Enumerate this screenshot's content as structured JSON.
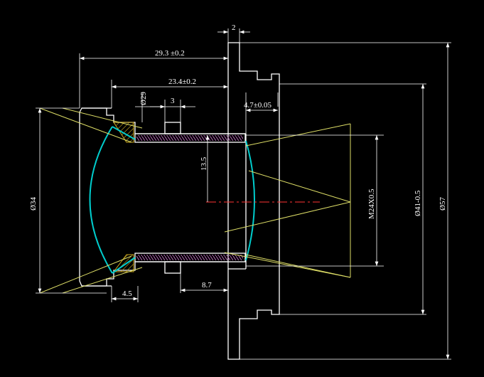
{
  "drawing": {
    "colors": {
      "background": "#000000",
      "outline": "#ffffff",
      "lens": "#00cccc",
      "rays": "#dddd66",
      "hatch": "#ccaa22",
      "thread": "#bb66bb",
      "centerline": "#ff3333"
    },
    "dimensions": {
      "flange_thickness": "2",
      "overall_length": "29.3 ±0.2",
      "barrel_length": "23.4±0.2",
      "inner_bore": "Ø29",
      "step_width": "3",
      "flange_step": "4.7±0.05",
      "half_height": "13.5",
      "lens_diameter": "Ø34",
      "thread": "M24X0.5",
      "flange_inner": "Ø41-0.5",
      "flange_outer": "Ø57",
      "lip_width": "4.5",
      "thread_length": "8.7"
    }
  }
}
